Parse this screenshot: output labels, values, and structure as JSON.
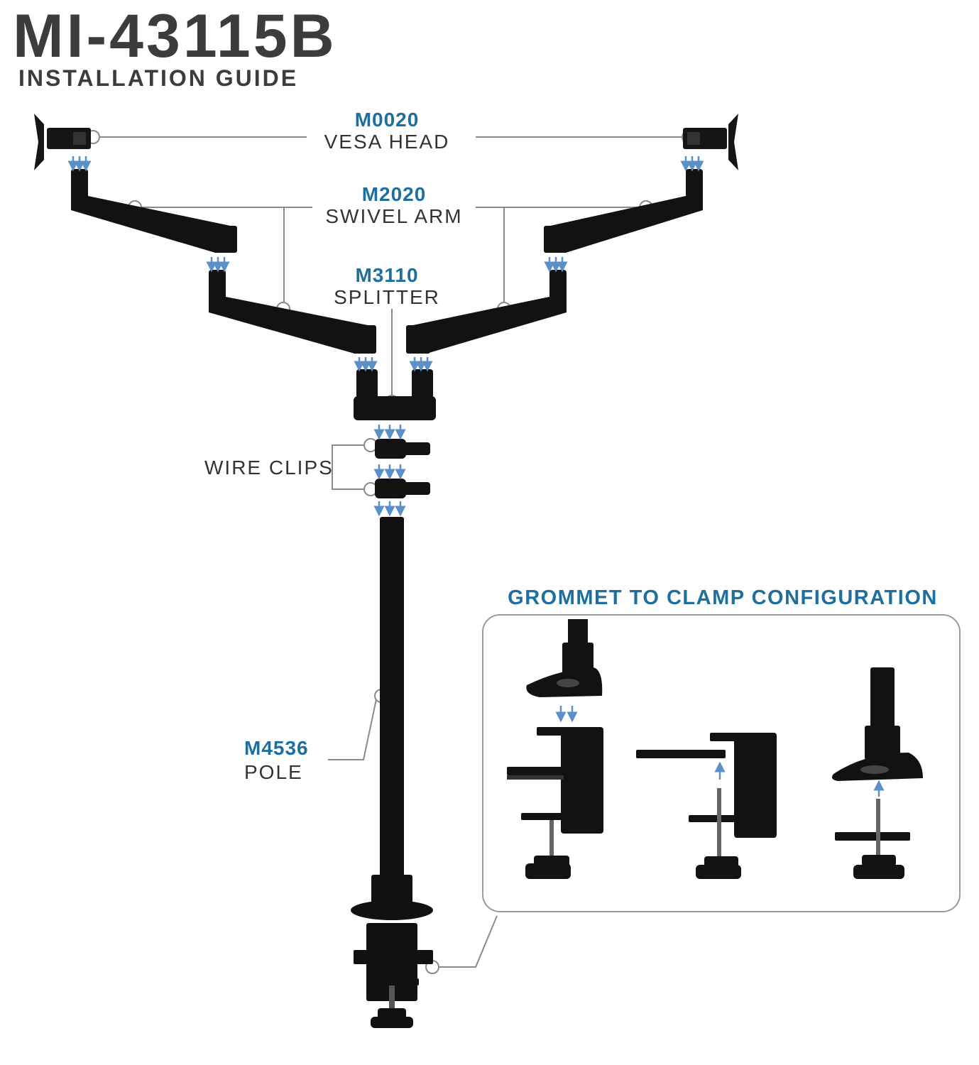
{
  "header": {
    "model": "MI-43115B",
    "subtitle": "INSTALLATION GUIDE"
  },
  "parts": {
    "vesa_head": {
      "code": "M0020",
      "name": "VESA HEAD"
    },
    "swivel_arm": {
      "code": "M2020",
      "name": "SWIVEL ARM"
    },
    "splitter": {
      "code": "M3110",
      "name": "SPLITTER"
    },
    "wire_clips": {
      "name": "WIRE CLIPS"
    },
    "pole": {
      "code": "M4536",
      "name": "POLE"
    }
  },
  "inset": {
    "title": "GROMMET TO CLAMP CONFIGURATION"
  },
  "colors": {
    "accent": "#1f6f9e",
    "text": "#333333",
    "hardware": "#111111",
    "arrow": "#5b8fc7",
    "leader": "#8a8a8a"
  }
}
